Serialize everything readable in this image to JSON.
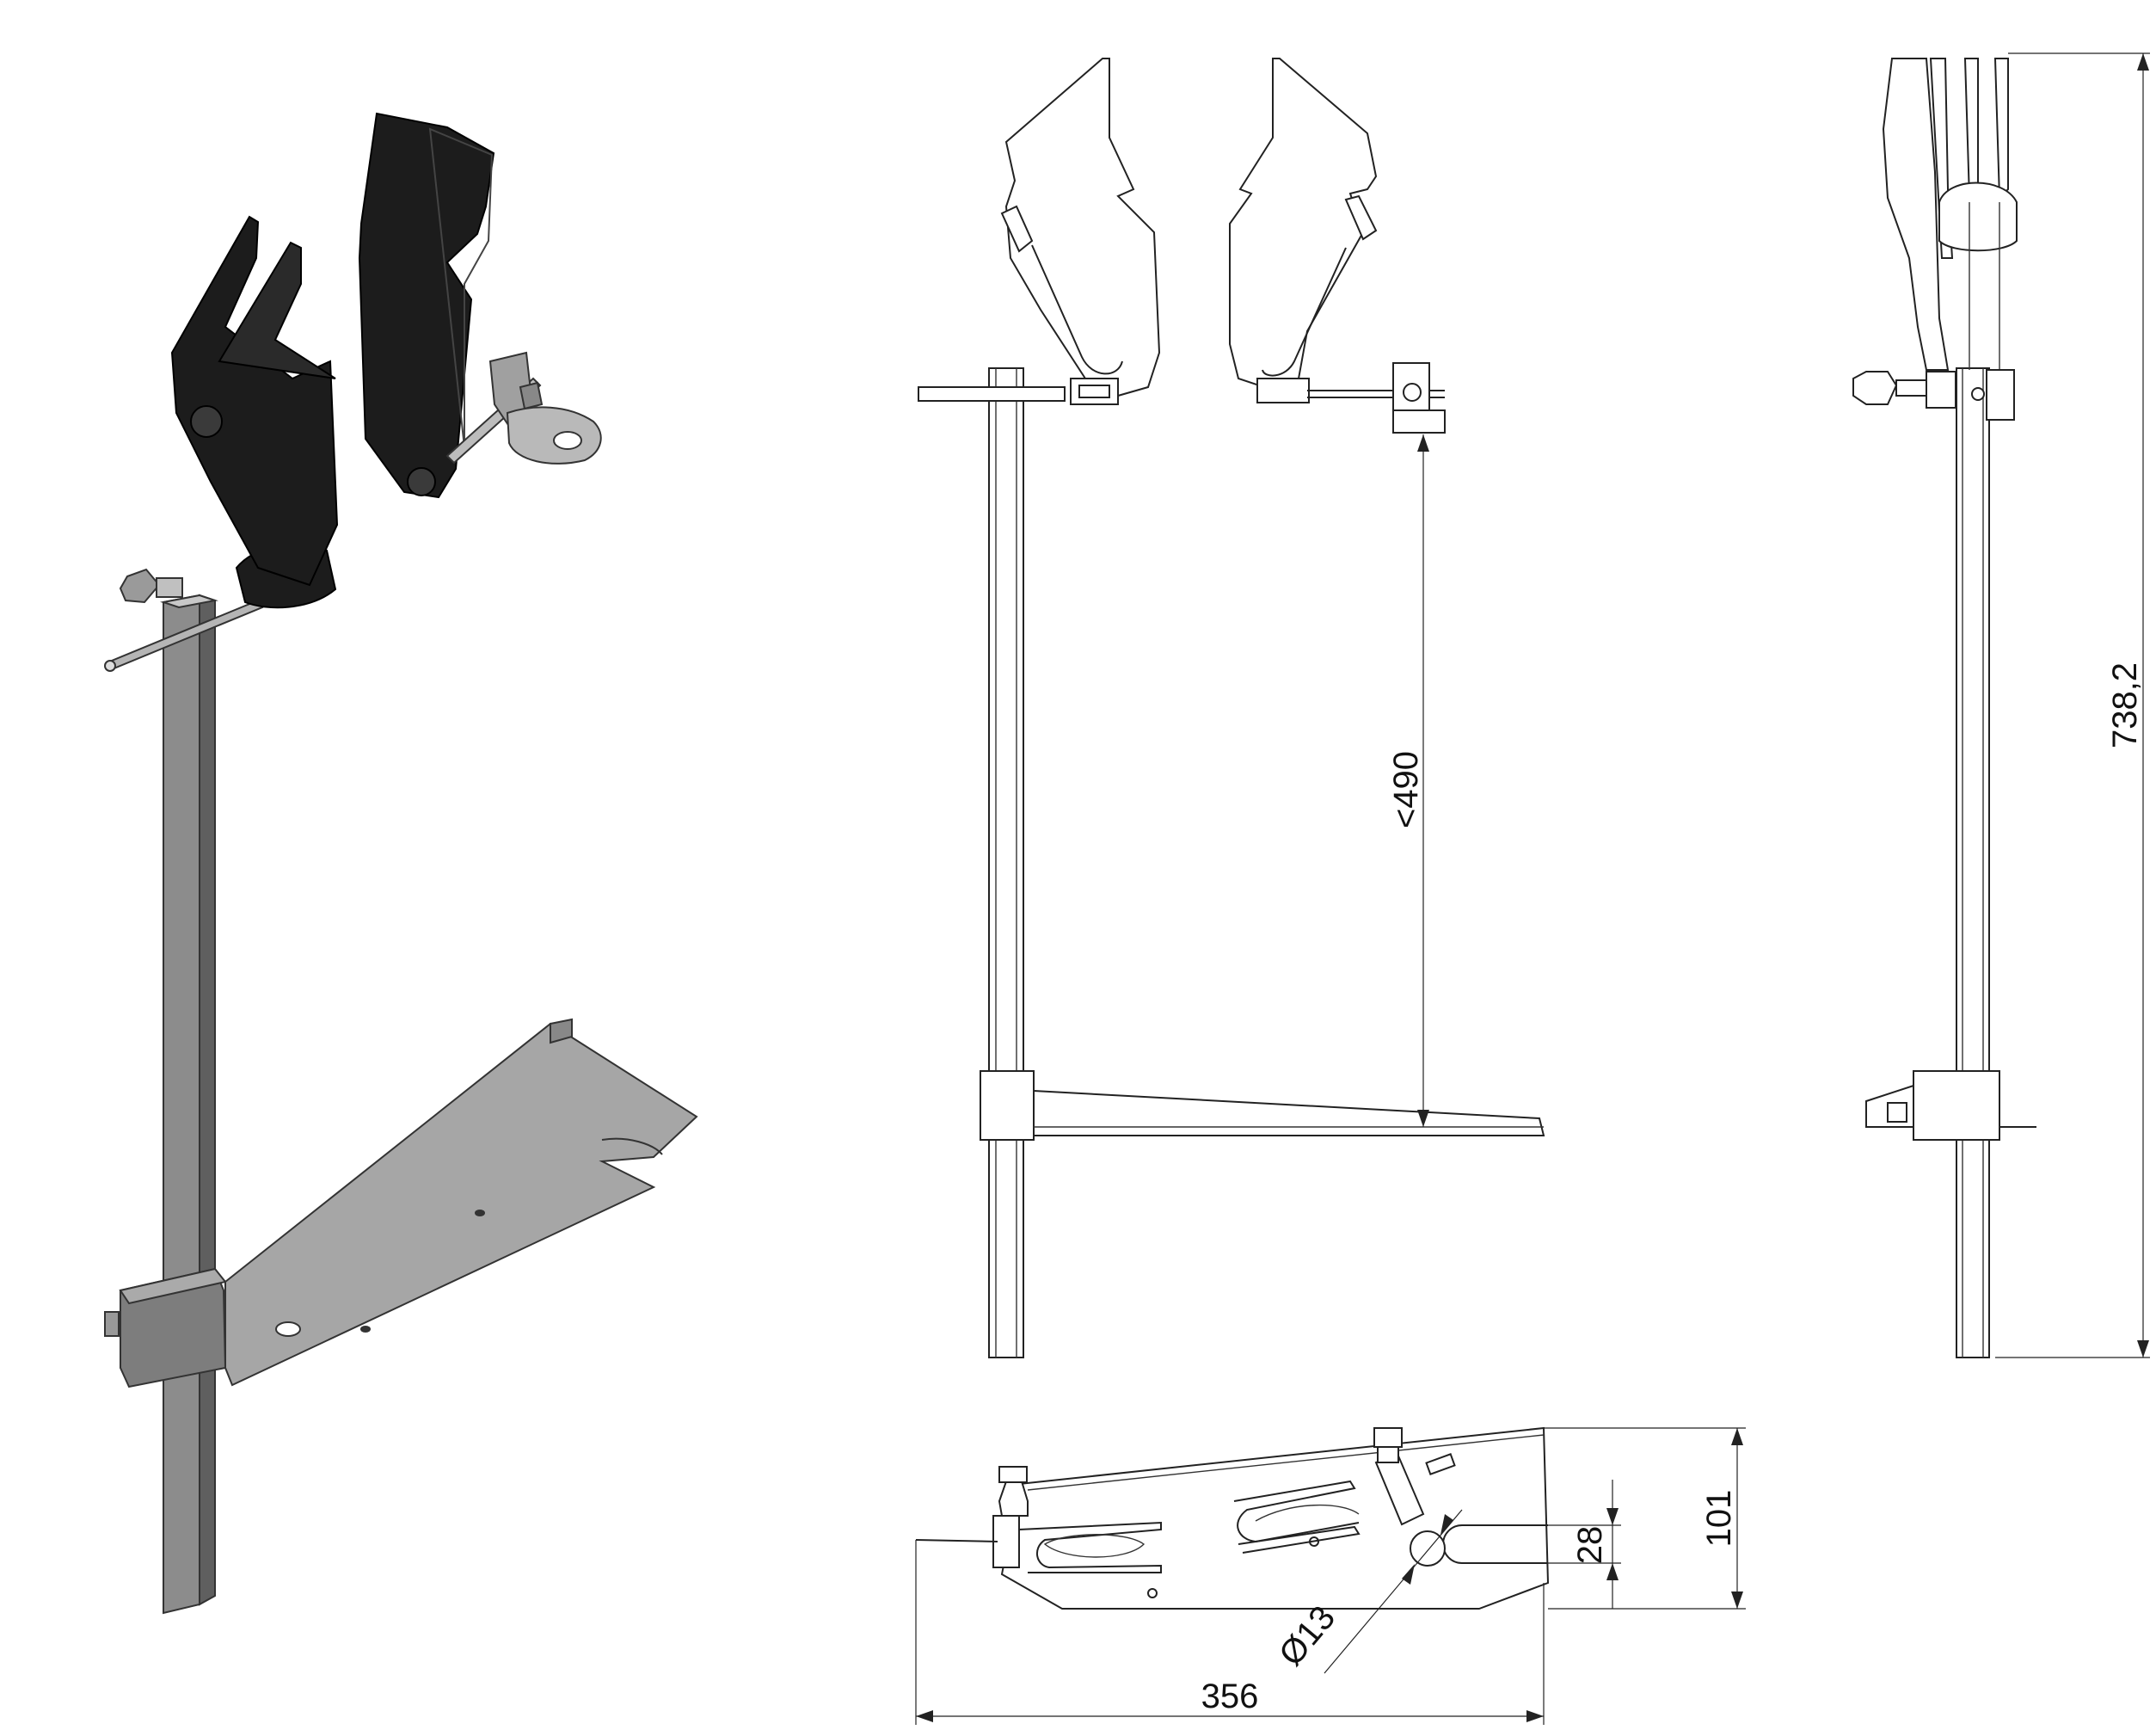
{
  "drawing": {
    "dimensions": {
      "max_height_label": "<490",
      "overall_height_label": "738,2",
      "base_length_label": "356",
      "base_width_label": "101",
      "slot_width_label": "28",
      "hole_diameter_label": "Ø13"
    },
    "colors": {
      "pad_black": "#1c1c1c",
      "metal_grey": "#a9a9a9",
      "metal_dark": "#6e6e6e",
      "line": "#222222"
    }
  }
}
